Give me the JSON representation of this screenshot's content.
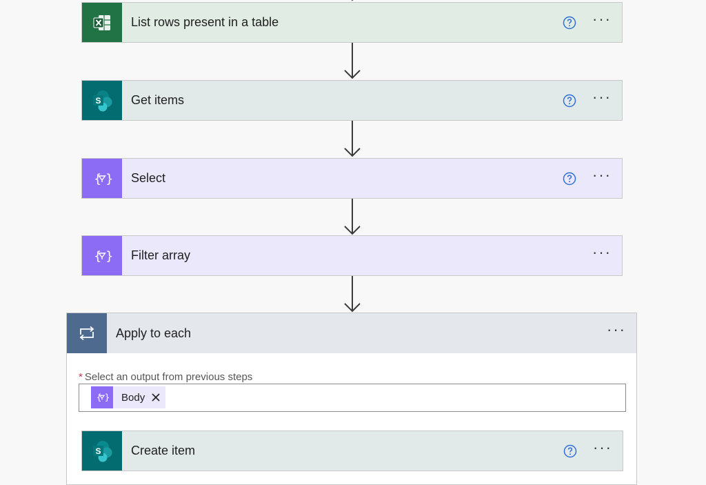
{
  "steps": [
    {
      "title": "List rows present in a table",
      "icon": "excel-icon",
      "has_help": true
    },
    {
      "title": "Get items",
      "icon": "sharepoint-icon",
      "has_help": true
    },
    {
      "title": "Select",
      "icon": "data-operation-icon",
      "has_help": true
    },
    {
      "title": "Filter array",
      "icon": "data-operation-icon",
      "has_help": false
    }
  ],
  "apply_to_each": {
    "title": "Apply to each",
    "icon": "loop-icon",
    "required_marker": "*",
    "field_label": "Select an output from previous steps",
    "token_label": "Body",
    "inner_step": {
      "title": "Create item",
      "icon": "sharepoint-icon",
      "has_help": true
    }
  },
  "more_glyph": "···",
  "colors": {
    "excel": "#217346",
    "sharepoint": "#036c70",
    "data_operation": "#8c6cf5",
    "control": "#4e6a8e",
    "help": "#2f6fd6"
  }
}
